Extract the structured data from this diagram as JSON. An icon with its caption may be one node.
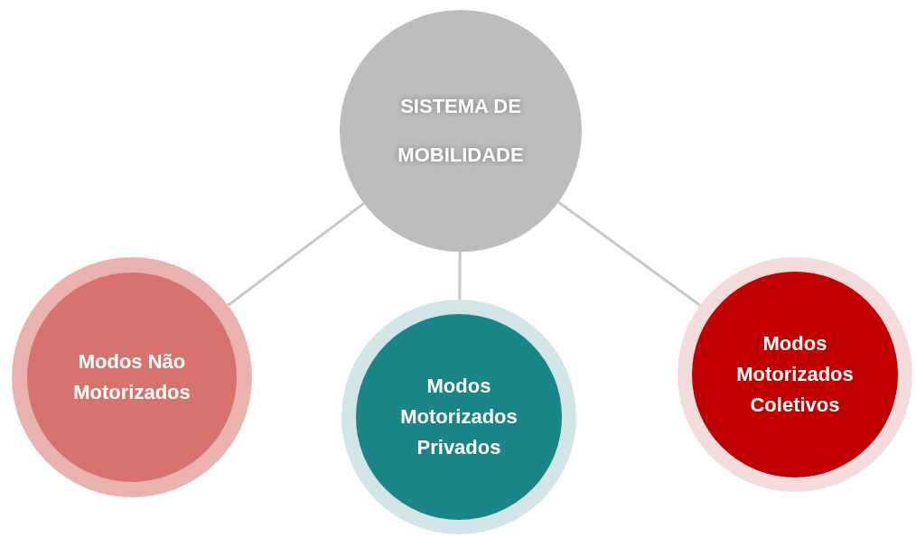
{
  "diagram": {
    "nodes": [
      {
        "text": [
          "SISTEMA DE MOBILIDADE"
        ]
      },
      {
        "text": [
          "Modos Não Motorizados"
        ]
      },
      {
        "text": [
          "Modos Motorizados Privados"
        ]
      },
      {
        "text": [
          "Modos Motorizados Coletivos"
        ]
      }
    ],
    "edges": [
      {
        "from": 0,
        "to": 1,
        "arrow": "none"
      },
      {
        "from": 0,
        "to": 2,
        "arrow": "none"
      },
      {
        "from": 0,
        "to": 3,
        "arrow": "none"
      }
    ]
  }
}
